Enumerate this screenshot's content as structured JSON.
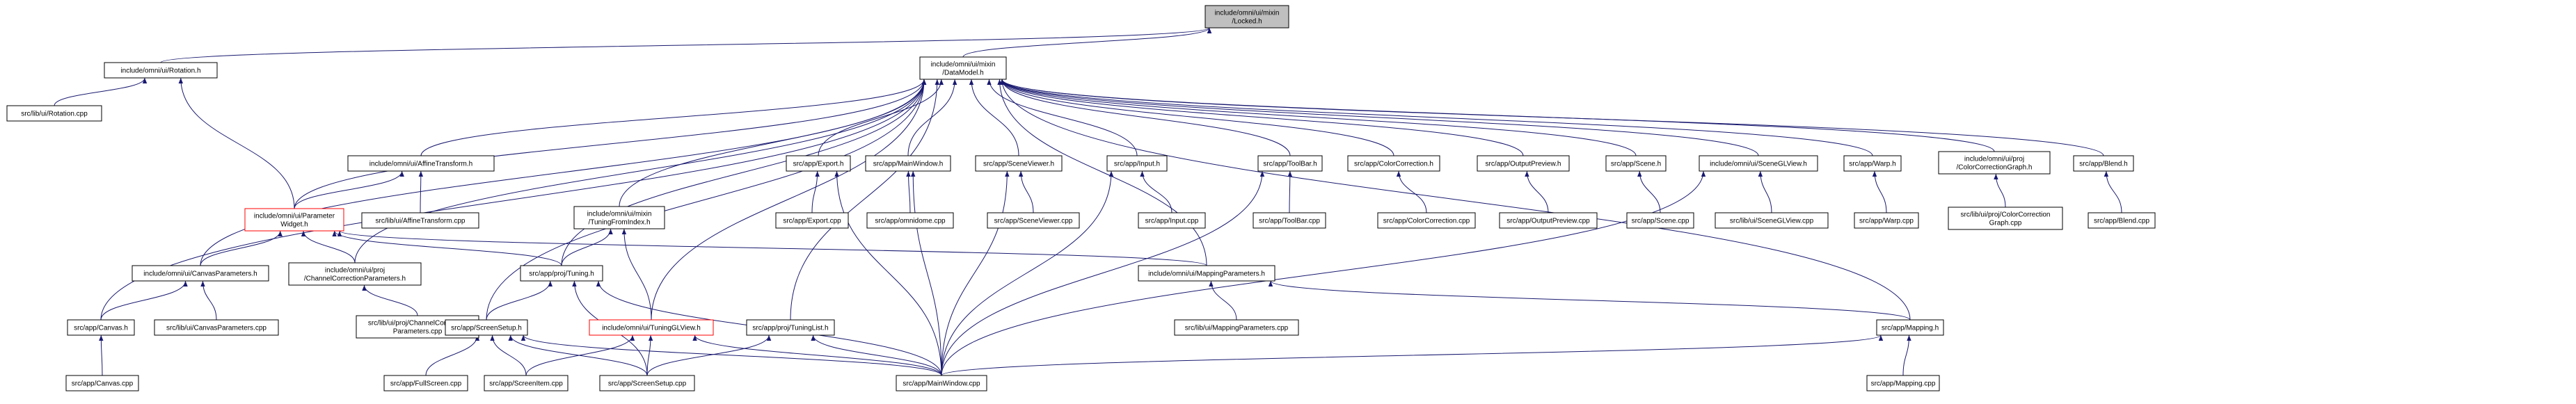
{
  "graph": {
    "nodes": [
      {
        "id": "locked",
        "lines": [
          "include/omni/ui/mixin",
          "/Locked.h"
        ],
        "style": "focus"
      },
      {
        "id": "rotation_h",
        "lines": [
          "include/omni/ui/Rotation.h"
        ]
      },
      {
        "id": "datamodel",
        "lines": [
          "include/omni/ui/mixin",
          "/DataModel.h"
        ]
      },
      {
        "id": "rotation_cpp",
        "lines": [
          "src/lib/ui/Rotation.cpp"
        ]
      },
      {
        "id": "affine_h",
        "lines": [
          "include/omni/ui/AffineTransform.h"
        ]
      },
      {
        "id": "paramwidget",
        "lines": [
          "include/omni/ui/Parameter",
          "Widget.h"
        ],
        "style": "broken"
      },
      {
        "id": "affine_cpp",
        "lines": [
          "src/lib/ui/AffineTransform.cpp"
        ]
      },
      {
        "id": "tuningfromindex",
        "lines": [
          "include/omni/ui/mixin",
          "/TuningFromIndex.h"
        ]
      },
      {
        "id": "export_h",
        "lines": [
          "src/app/Export.h"
        ]
      },
      {
        "id": "export_cpp",
        "lines": [
          "src/app/Export.cpp"
        ]
      },
      {
        "id": "mainwindow_h",
        "lines": [
          "src/app/MainWindow.h"
        ]
      },
      {
        "id": "omnidome_cpp",
        "lines": [
          "src/app/omnidome.cpp"
        ]
      },
      {
        "id": "sceneviewer_h",
        "lines": [
          "src/app/SceneViewer.h"
        ]
      },
      {
        "id": "sceneviewer_cpp",
        "lines": [
          "src/app/SceneViewer.cpp"
        ]
      },
      {
        "id": "input_h",
        "lines": [
          "src/app/Input.h"
        ]
      },
      {
        "id": "input_cpp",
        "lines": [
          "src/app/Input.cpp"
        ]
      },
      {
        "id": "toolbar_h",
        "lines": [
          "src/app/ToolBar.h"
        ]
      },
      {
        "id": "toolbar_cpp",
        "lines": [
          "src/app/ToolBar.cpp"
        ]
      },
      {
        "id": "colorcorr_h",
        "lines": [
          "src/app/ColorCorrection.h"
        ]
      },
      {
        "id": "colorcorr_cpp",
        "lines": [
          "src/app/ColorCorrection.cpp"
        ]
      },
      {
        "id": "outputpreview_h",
        "lines": [
          "src/app/OutputPreview.h"
        ]
      },
      {
        "id": "outputpreview_cpp",
        "lines": [
          "src/app/OutputPreview.cpp"
        ]
      },
      {
        "id": "scene_h",
        "lines": [
          "src/app/Scene.h"
        ]
      },
      {
        "id": "scene_cpp",
        "lines": [
          "src/app/Scene.cpp"
        ]
      },
      {
        "id": "sceneglview_h",
        "lines": [
          "include/omni/ui/SceneGLView.h"
        ]
      },
      {
        "id": "sceneglview_cpp",
        "lines": [
          "src/lib/ui/SceneGLView.cpp"
        ]
      },
      {
        "id": "warp_h",
        "lines": [
          "src/app/Warp.h"
        ]
      },
      {
        "id": "warp_cpp",
        "lines": [
          "src/app/Warp.cpp"
        ]
      },
      {
        "id": "ccgraph_h",
        "lines": [
          "include/omni/ui/proj",
          "/ColorCorrectionGraph.h"
        ]
      },
      {
        "id": "ccgraph_cpp",
        "lines": [
          "src/lib/ui/proj/ColorCorrection",
          "Graph.cpp"
        ]
      },
      {
        "id": "blend_h",
        "lines": [
          "src/app/Blend.h"
        ]
      },
      {
        "id": "blend_cpp",
        "lines": [
          "src/app/Blend.cpp"
        ]
      },
      {
        "id": "canvasparams_h",
        "lines": [
          "include/omni/ui/CanvasParameters.h"
        ]
      },
      {
        "id": "chanccparams_h",
        "lines": [
          "include/omni/ui/proj",
          "/ChannelCorrectionParameters.h"
        ]
      },
      {
        "id": "tuning_h",
        "lines": [
          "src/app/proj/Tuning.h"
        ]
      },
      {
        "id": "mappingparams_h",
        "lines": [
          "include/omni/ui/MappingParameters.h"
        ]
      },
      {
        "id": "canvas_h",
        "lines": [
          "src/app/Canvas.h"
        ]
      },
      {
        "id": "canvasparams_cpp",
        "lines": [
          "src/lib/ui/CanvasParameters.cpp"
        ]
      },
      {
        "id": "chanccparams_cpp",
        "lines": [
          "src/lib/ui/proj/ChannelCorrection",
          "Parameters.cpp"
        ]
      },
      {
        "id": "mappingparams_cpp",
        "lines": [
          "src/lib/ui/MappingParameters.cpp"
        ]
      },
      {
        "id": "mapping_h",
        "lines": [
          "src/app/Mapping.h"
        ]
      },
      {
        "id": "screensetup_h",
        "lines": [
          "src/app/ScreenSetup.h"
        ]
      },
      {
        "id": "tuningglview_h",
        "lines": [
          "include/omni/ui/TuningGLView.h"
        ],
        "style": "broken"
      },
      {
        "id": "tuninglist_h",
        "lines": [
          "src/app/proj/TuningList.h"
        ]
      },
      {
        "id": "canvas_cpp",
        "lines": [
          "src/app/Canvas.cpp"
        ]
      },
      {
        "id": "fullscreen_cpp",
        "lines": [
          "src/app/FullScreen.cpp"
        ]
      },
      {
        "id": "screenitem_cpp",
        "lines": [
          "src/app/ScreenItem.cpp"
        ]
      },
      {
        "id": "screensetup_cpp",
        "lines": [
          "src/app/ScreenSetup.cpp"
        ]
      },
      {
        "id": "mainwindow_cpp",
        "lines": [
          "src/app/MainWindow.cpp"
        ]
      },
      {
        "id": "mapping_cpp",
        "lines": [
          "src/app/Mapping.cpp"
        ]
      }
    ],
    "edges": [
      [
        "rotation_h",
        "locked"
      ],
      [
        "datamodel",
        "locked"
      ],
      [
        "rotation_cpp",
        "rotation_h"
      ],
      [
        "paramwidget",
        "rotation_h"
      ],
      [
        "affine_h",
        "datamodel"
      ],
      [
        "paramwidget",
        "datamodel"
      ],
      [
        "tuningfromindex",
        "datamodel"
      ],
      [
        "export_h",
        "datamodel"
      ],
      [
        "mainwindow_h",
        "datamodel"
      ],
      [
        "sceneviewer_h",
        "datamodel"
      ],
      [
        "input_h",
        "datamodel"
      ],
      [
        "toolbar_h",
        "datamodel"
      ],
      [
        "colorcorr_h",
        "datamodel"
      ],
      [
        "outputpreview_h",
        "datamodel"
      ],
      [
        "scene_h",
        "datamodel"
      ],
      [
        "sceneglview_h",
        "datamodel"
      ],
      [
        "warp_h",
        "datamodel"
      ],
      [
        "ccgraph_h",
        "datamodel"
      ],
      [
        "blend_h",
        "datamodel"
      ],
      [
        "canvasparams_h",
        "datamodel"
      ],
      [
        "chanccparams_h",
        "datamodel"
      ],
      [
        "tuning_h",
        "datamodel"
      ],
      [
        "mappingparams_h",
        "datamodel"
      ],
      [
        "canvas_h",
        "datamodel"
      ],
      [
        "mapping_h",
        "datamodel"
      ],
      [
        "screensetup_h",
        "datamodel"
      ],
      [
        "tuningglview_h",
        "datamodel"
      ],
      [
        "tuninglist_h",
        "datamodel"
      ],
      [
        "paramwidget",
        "affine_h"
      ],
      [
        "affine_cpp",
        "affine_h"
      ],
      [
        "canvasparams_h",
        "paramwidget"
      ],
      [
        "chanccparams_h",
        "paramwidget"
      ],
      [
        "tuning_h",
        "paramwidget"
      ],
      [
        "mappingparams_h",
        "paramwidget"
      ],
      [
        "tuning_h",
        "tuningfromindex"
      ],
      [
        "tuningglview_h",
        "tuningfromindex"
      ],
      [
        "export_cpp",
        "export_h"
      ],
      [
        "mainwindow_cpp",
        "export_h"
      ],
      [
        "omnidome_cpp",
        "mainwindow_h"
      ],
      [
        "mainwindow_cpp",
        "mainwindow_h"
      ],
      [
        "sceneviewer_cpp",
        "sceneviewer_h"
      ],
      [
        "mainwindow_cpp",
        "sceneviewer_h"
      ],
      [
        "input_cpp",
        "input_h"
      ],
      [
        "mainwindow_cpp",
        "input_h"
      ],
      [
        "toolbar_cpp",
        "toolbar_h"
      ],
      [
        "mainwindow_cpp",
        "toolbar_h"
      ],
      [
        "colorcorr_cpp",
        "colorcorr_h"
      ],
      [
        "outputpreview_cpp",
        "outputpreview_h"
      ],
      [
        "scene_cpp",
        "scene_h"
      ],
      [
        "sceneglview_cpp",
        "sceneglview_h"
      ],
      [
        "mainwindow_cpp",
        "sceneglview_h"
      ],
      [
        "warp_cpp",
        "warp_h"
      ],
      [
        "ccgraph_cpp",
        "ccgraph_h"
      ],
      [
        "blend_cpp",
        "blend_h"
      ],
      [
        "canvas_h",
        "canvasparams_h"
      ],
      [
        "canvasparams_cpp",
        "canvasparams_h"
      ],
      [
        "chanccparams_cpp",
        "chanccparams_h"
      ],
      [
        "screensetup_h",
        "tuning_h"
      ],
      [
        "screensetup_cpp",
        "tuning_h"
      ],
      [
        "mainwindow_cpp",
        "tuning_h"
      ],
      [
        "mappingparams_cpp",
        "mappingparams_h"
      ],
      [
        "mapping_h",
        "mappingparams_h"
      ],
      [
        "canvas_cpp",
        "canvas_h"
      ],
      [
        "mainwindow_cpp",
        "mapping_h"
      ],
      [
        "mapping_cpp",
        "mapping_h"
      ],
      [
        "fullscreen_cpp",
        "screensetup_h"
      ],
      [
        "screenitem_cpp",
        "screensetup_h"
      ],
      [
        "screensetup_cpp",
        "screensetup_h"
      ],
      [
        "mainwindow_cpp",
        "screensetup_h"
      ],
      [
        "screenitem_cpp",
        "tuningglview_h"
      ],
      [
        "screensetup_cpp",
        "tuningglview_h"
      ],
      [
        "mainwindow_cpp",
        "tuningglview_h"
      ],
      [
        "screensetup_cpp",
        "tuninglist_h"
      ],
      [
        "mainwindow_cpp",
        "tuninglist_h"
      ]
    ]
  },
  "colors": {
    "edge": "#191970",
    "focus_fill": "#bfbfbf",
    "broken_border": "#ff0000",
    "node_border": "#000000"
  }
}
